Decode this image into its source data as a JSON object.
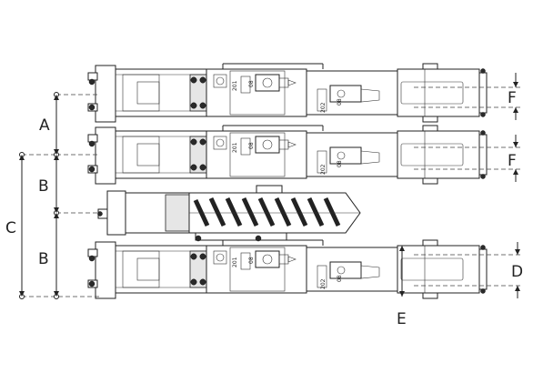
{
  "diagram": {
    "dimension_labels": {
      "a": "A",
      "b_top": "B",
      "b_bottom": "B",
      "c": "C",
      "d": "D",
      "e": "E",
      "f_top": "F",
      "f_bottom": "F"
    },
    "component_codes": {
      "code_201": "201",
      "code_202": "202",
      "code_08": "08"
    },
    "units": [
      {
        "id": "unit-1"
      },
      {
        "id": "unit-2"
      },
      {
        "id": "unit-3"
      }
    ]
  }
}
